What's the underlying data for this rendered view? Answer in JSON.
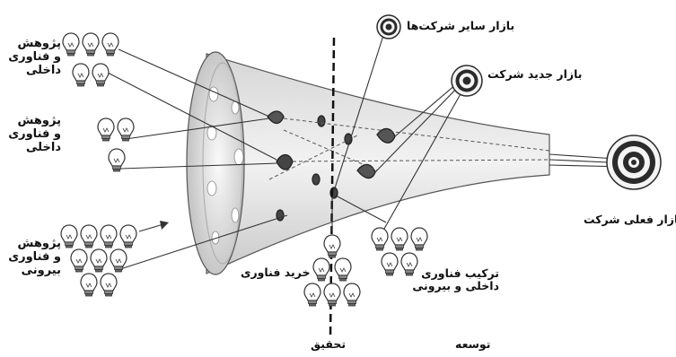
{
  "labels": {
    "internal_rd_1": [
      "پژوهش",
      "و فناوری",
      "داخلی"
    ],
    "internal_rd_2": [
      "پژوهش",
      "و فناوری",
      "داخلی"
    ],
    "external_rd": [
      "پژوهش",
      "و فناوری",
      "بیرونی"
    ],
    "other_companies_market": "بازار سایر شرکت‌ها",
    "new_company_market": "بازار جدید شرکت",
    "current_company_market": "بازار فعلی شرکت",
    "technology_purchase": "خرید فناوری",
    "combined_technology": [
      "ترکیب فناوری",
      "داخلی و بیرونی"
    ],
    "research": "تحقیق",
    "development": "توسعه"
  },
  "colors": {
    "funnel_fill": "#e8e8e8",
    "funnel_edge": "#555555",
    "line": "#333333",
    "target_dark": "#2b2b2b",
    "target_light": "#f4f4f4"
  },
  "icons": {
    "idea": "lightbulb-icon",
    "market": "target-icon"
  }
}
